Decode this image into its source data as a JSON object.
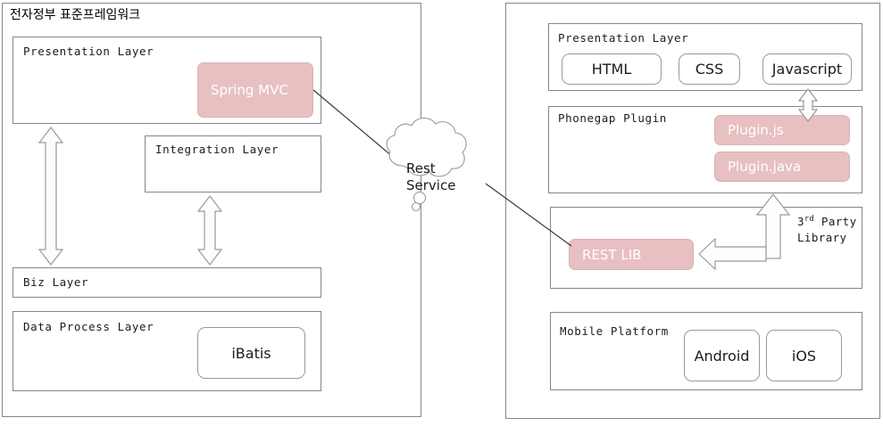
{
  "diagram": {
    "title": "전자정부 표준프레임워크",
    "colors": {
      "pink_fill": "#e8c0c1",
      "pink_border": "#d8b3b4",
      "box_border": "#868686",
      "arrow_stroke": "#9a9a9a",
      "connector_stroke": "#333333",
      "text": "#1b1b1b",
      "pink_text": "#ffffff"
    }
  },
  "left_panel": {
    "name": "egov-standard-framework-panel",
    "title": "전자정부 표준프레임워크",
    "layers": [
      {
        "key": "presentation",
        "label": "Presentation Layer",
        "components": [
          {
            "key": "spring_mvc",
            "label": "Spring MVC",
            "style": "pink"
          }
        ]
      },
      {
        "key": "integration",
        "label": "Integration Layer",
        "components": []
      },
      {
        "key": "biz",
        "label": "Biz Layer",
        "components": []
      },
      {
        "key": "data_process",
        "label": "Data Process Layer",
        "components": [
          {
            "key": "ibatis",
            "label": "iBatis",
            "style": "outline"
          }
        ]
      }
    ],
    "arrows": [
      {
        "key": "presentation-biz",
        "type": "double-vertical"
      },
      {
        "key": "integration-biz",
        "type": "double-vertical"
      }
    ]
  },
  "cloud": {
    "name": "rest-service-cloud",
    "line1": "Rest",
    "line2": "Service",
    "full_label": "Rest Service"
  },
  "connectors": [
    {
      "key": "spring-mvc-to-cloud",
      "from": "Spring MVC",
      "to": "Rest Service"
    },
    {
      "key": "cloud-to-rest-lib",
      "from": "Rest Service",
      "to": "REST LIB"
    }
  ],
  "right_panel": {
    "name": "mobile-device-panel",
    "layers": [
      {
        "key": "presentation",
        "label": "Presentation Layer",
        "components": [
          {
            "key": "html",
            "label": "HTML",
            "style": "outline"
          },
          {
            "key": "css",
            "label": "CSS",
            "style": "outline"
          },
          {
            "key": "javascript",
            "label": "Javascript",
            "style": "outline"
          }
        ]
      },
      {
        "key": "phonegap",
        "label": "Phonegap Plugin",
        "components": [
          {
            "key": "plugin_js",
            "label": "Plugin.js",
            "style": "pink"
          },
          {
            "key": "plugin_java",
            "label": "Plugin.java",
            "style": "pink"
          }
        ]
      },
      {
        "key": "third_party",
        "label_prefix": "3",
        "label_sup": "rd",
        "label_rest": " Party",
        "label_line2": "Library",
        "label": "3rd Party Library",
        "components": [
          {
            "key": "rest_lib",
            "label": "REST LIB",
            "style": "pink"
          }
        ]
      },
      {
        "key": "mobile_platform",
        "label": "Mobile Platform",
        "components": [
          {
            "key": "android",
            "label": "Android",
            "style": "outline"
          },
          {
            "key": "ios",
            "label": "iOS",
            "style": "outline"
          }
        ]
      }
    ],
    "arrows": [
      {
        "key": "presentation-phonegap",
        "type": "double-vertical"
      },
      {
        "key": "thirdparty-phonegap",
        "type": "up"
      },
      {
        "key": "thirdparty-to-restlib",
        "type": "elbow-left"
      }
    ]
  }
}
